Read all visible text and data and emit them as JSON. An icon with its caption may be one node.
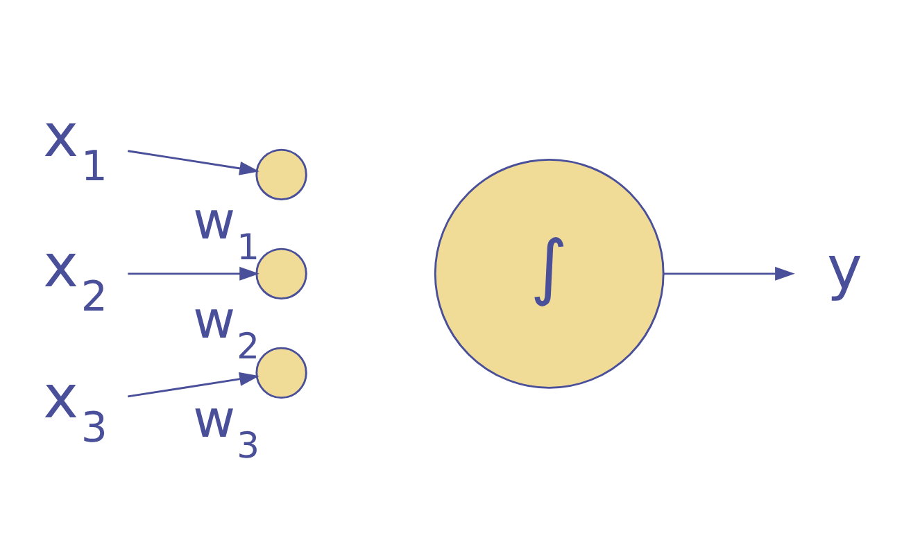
{
  "diagram": {
    "nodes": [
      {
        "text": [
          "x$_{1}$"
        ]
      },
      {
        "text": [],
        "shape": "circle",
        "beside": [
          "w$_{1}$"
        ]
      },
      {
        "text": [
          "x$_{2}$"
        ]
      },
      {
        "text": [],
        "shape": "circle",
        "beside": [
          "w$_{2}$"
        ]
      },
      {
        "text": [
          "∫"
        ]
      },
      {
        "text": [
          "y"
        ]
      },
      {
        "text": [],
        "shape": "circle",
        "beside": [
          "w$_{3}$"
        ]
      },
      {
        "text": [
          "x$_{3}$"
        ]
      }
    ],
    "edges": [
      {
        "from": 0,
        "to": 1,
        "arrow": "to"
      },
      {
        "from": 2,
        "to": 3,
        "arrow": "to"
      },
      {
        "from": 7,
        "to": 6,
        "arrow": "to"
      },
      {
        "from": 4,
        "to": 5,
        "arrow": "to"
      }
    ]
  }
}
